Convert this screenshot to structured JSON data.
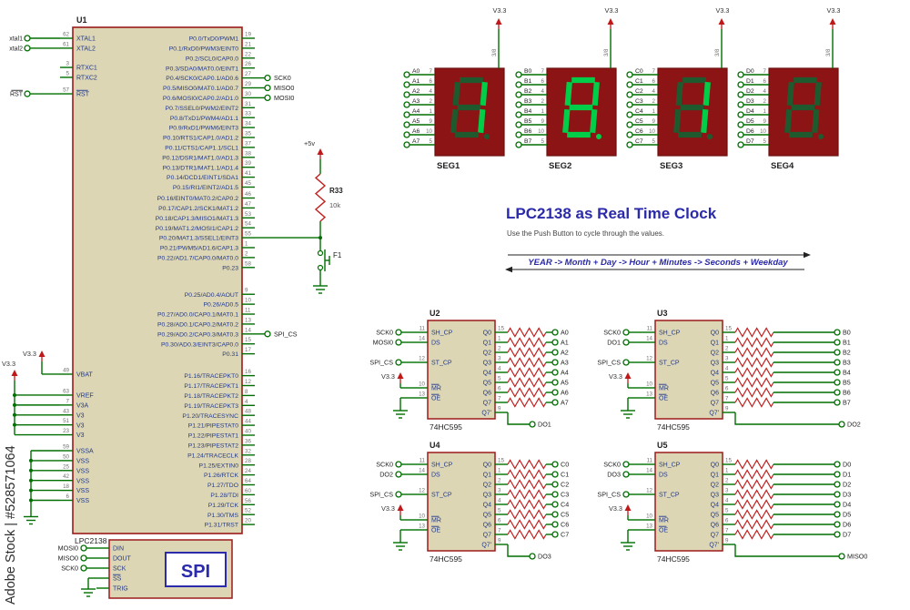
{
  "watermark": "Adobe Stock | #528571064",
  "title": "LPC2138 as Real Time Clock",
  "subtitle": "Use the Push Button to cycle through the values.",
  "flow": "YEAR -> Month + Day -> Hour + Minutes -> Seconds + Weekday",
  "colors": {
    "wire": "#006e00",
    "power": "#c01818",
    "body": "#ddd6b4",
    "border": "#9b1b1b",
    "pin_name": "#223a8c",
    "pin_num": "#707070",
    "title": "#2a2aaa",
    "seg_body": "#8c1414",
    "seg_on": "#00ce48",
    "seg_off": "#1e5a2e",
    "resistor": "#c22121",
    "text": "#222222"
  },
  "u1": {
    "ref": "U1",
    "part": "LPC2138",
    "left_pins": [
      {
        "num": "62",
        "name": "XTAL1",
        "term": "xtal1"
      },
      {
        "num": "61",
        "name": "XTAL2",
        "term": "xtal2"
      },
      {
        "num": "3",
        "name": "RTXC1"
      },
      {
        "num": "5",
        "name": "RTXC2"
      },
      {
        "num": "57",
        "name": "RST",
        "bar": true,
        "term": "RST"
      },
      {
        "num": "49",
        "name": "VBAT"
      },
      {
        "num": "63",
        "name": "VREF"
      },
      {
        "num": "7",
        "name": "V3A"
      },
      {
        "num": "43",
        "name": "V3"
      },
      {
        "num": "51",
        "name": "V3"
      },
      {
        "num": "23",
        "name": "V3"
      },
      {
        "num": "59",
        "name": "VSSA"
      },
      {
        "num": "50",
        "name": "VSS"
      },
      {
        "num": "25",
        "name": "VSS"
      },
      {
        "num": "42",
        "name": "VSS"
      },
      {
        "num": "18",
        "name": "VSS"
      },
      {
        "num": "6",
        "name": "VSS"
      }
    ],
    "right_groups": [
      {
        "pins": [
          {
            "name": "P0.0/TxD0/PWM1",
            "num": "19"
          },
          {
            "name": "P0.1/RxD0/PWM3/EINT0",
            "num": "21"
          },
          {
            "name": "P0.2/SCL0/CAP0.0",
            "num": "22"
          },
          {
            "name": "P0.3/SDA0/MAT0.0/EINT1",
            "num": "26"
          },
          {
            "name": "P0.4/SCK0/CAP0.1/AD0.6",
            "num": "27",
            "term": "SCK0"
          },
          {
            "name": "P0.5/MISO0/MAT0.1/AD0.7",
            "num": "29",
            "term": "MISO0"
          },
          {
            "name": "P0.6/MOSI0/CAP0.2/AD1.0",
            "num": "30",
            "term": "MOSI0"
          },
          {
            "name": "P0.7/SSEL0/PWM2/EINT2",
            "num": "31"
          },
          {
            "name": "P0.8/TxD1/PWM4/AD1.1",
            "num": "33"
          },
          {
            "name": "P0.9/RxD1/PWM6/EINT3",
            "num": "34"
          },
          {
            "name": "P0.10/RTS1/CAP1.0/AD1.2",
            "num": "35"
          },
          {
            "name": "P0.11/CTS1/CAP1.1/SCL1",
            "num": "37"
          },
          {
            "name": "P0.12/DSR1/MAT1.0/AD1.3",
            "num": "38"
          },
          {
            "name": "P0.13/DTR1/MAT1.1/AD1.4",
            "num": "39"
          },
          {
            "name": "P0.14/DCD1/EINT1/SDA1",
            "num": "41"
          },
          {
            "name": "P0.15/RI1/EINT2/AD1.5",
            "num": "45"
          }
        ]
      },
      {
        "pins": [
          {
            "name": "P0.16/EINT0/MAT0.2/CAP0.2",
            "num": "46"
          },
          {
            "name": "P0.17/CAP1.2/SCK1/MAT1.2",
            "num": "47"
          },
          {
            "name": "P0.18/CAP1.3/MISO1/MAT1.3",
            "num": "53"
          },
          {
            "name": "P0.19/MAT1.2/MOSI1/CAP1.2",
            "num": "54"
          },
          {
            "name": "P0.20/MAT1.3/SSEL1/EINT3",
            "num": "55",
            "wire": "button"
          },
          {
            "name": "P0.21/PWM5/AD1.6/CAP1.3",
            "num": "1"
          },
          {
            "name": "P0.22/AD1.7/CAP0.0/MAT0.0",
            "num": "2"
          },
          {
            "name": "P0.23",
            "num": "58"
          }
        ]
      },
      {
        "pins": [
          {
            "name": "P0.25/AD0.4/AOUT",
            "num": "9"
          },
          {
            "name": "P0.26/AD0.5",
            "num": "10"
          },
          {
            "name": "P0.27/AD0.0/CAP0.1/MAT0.1",
            "num": "11"
          },
          {
            "name": "P0.28/AD0.1/CAP0.2/MAT0.2",
            "num": "13"
          },
          {
            "name": "P0.29/AD0.2/CAP0.3/MAT0.3",
            "num": "14",
            "term": "SPI_CS"
          },
          {
            "name": "P0.30/AD0.3/EINT3/CAP0.0",
            "num": "15"
          },
          {
            "name": "P0.31",
            "num": "17"
          }
        ]
      },
      {
        "pins": [
          {
            "name": "P1.16/TRACEPKT0",
            "num": "16"
          },
          {
            "name": "P1.17/TRACEPKT1",
            "num": "12"
          },
          {
            "name": "P1.18/TRACEPKT2",
            "num": "8"
          },
          {
            "name": "P1.19/TRACEPKT3",
            "num": "4"
          },
          {
            "name": "P1.20/TRACESYNC",
            "num": "48"
          },
          {
            "name": "P1.21/PIPESTAT0",
            "num": "44"
          },
          {
            "name": "P1.22/PIPESTAT1",
            "num": "40"
          },
          {
            "name": "P1.23/PIPESTAT2",
            "num": "36"
          },
          {
            "name": "P1.24/TRACECLK",
            "num": "32"
          },
          {
            "name": "P1.25/EXTIN0",
            "num": "28"
          },
          {
            "name": "P1.26/RTCK",
            "num": "24"
          },
          {
            "name": "P1.27/TDO",
            "num": "64"
          },
          {
            "name": "P1.28/TDI",
            "num": "60"
          },
          {
            "name": "P1.29/TCK",
            "num": "56"
          },
          {
            "name": "P1.30/TMS",
            "num": "52"
          },
          {
            "name": "P1.31/TRST",
            "num": "20"
          }
        ]
      }
    ]
  },
  "pullup": {
    "ref": "R33",
    "value": "10k",
    "power": "+5v"
  },
  "button": {
    "ref": "F1"
  },
  "displays": {
    "power": "V3.3",
    "common": "3/8",
    "pin_numbers": [
      "7",
      "6",
      "4",
      "2",
      "1",
      "9",
      "10",
      "5"
    ],
    "items": [
      {
        "name": "SEG1",
        "inputs": [
          "A0",
          "A1",
          "A2",
          "A3",
          "A4",
          "A5",
          "A6",
          "A7"
        ],
        "digit": "1",
        "lit": [
          "b",
          "c"
        ]
      },
      {
        "name": "SEG2",
        "inputs": [
          "B0",
          "B1",
          "B2",
          "B3",
          "B4",
          "B5",
          "B6",
          "B7"
        ],
        "digit": "8",
        "lit": [
          "a",
          "b",
          "c",
          "d",
          "e",
          "f",
          "g"
        ]
      },
      {
        "name": "SEG3",
        "inputs": [
          "C0",
          "C1",
          "C2",
          "C3",
          "C4",
          "C5",
          "C6",
          "C7"
        ],
        "digit": "1",
        "lit": [
          "b",
          "c"
        ]
      },
      {
        "name": "SEG4",
        "inputs": [
          "D0",
          "D1",
          "D2",
          "D3",
          "D4",
          "D5",
          "D6",
          "D7"
        ],
        "digit": "",
        "lit": []
      }
    ]
  },
  "hc595": {
    "part": "74HC595",
    "power": "V3.3",
    "left_pins": [
      {
        "name": "SH_CP",
        "num": "11"
      },
      {
        "name": "DS",
        "num": "14"
      },
      {
        "name": "ST_CP",
        "num": "12"
      },
      {
        "name": "MR",
        "num": "10",
        "bar": true
      },
      {
        "name": "OE",
        "num": "13",
        "bar": true
      }
    ],
    "right_pins": [
      {
        "name": "Q0",
        "num": "15"
      },
      {
        "name": "Q1",
        "num": "1"
      },
      {
        "name": "Q2",
        "num": "2"
      },
      {
        "name": "Q3",
        "num": "3"
      },
      {
        "name": "Q4",
        "num": "4"
      },
      {
        "name": "Q5",
        "num": "5"
      },
      {
        "name": "Q6",
        "num": "6"
      },
      {
        "name": "Q7",
        "num": "7"
      },
      {
        "name": "Q7'",
        "num": "9"
      }
    ],
    "items": [
      {
        "ref": "U2",
        "inputs": [
          "SCK0",
          "MOSI0",
          "SPI_CS"
        ],
        "outputs": [
          "A0",
          "A1",
          "A2",
          "A3",
          "A4",
          "A5",
          "A6",
          "A7"
        ],
        "serial_out": "DO1"
      },
      {
        "ref": "U3",
        "inputs": [
          "SCK0",
          "DO1",
          "SPI_CS"
        ],
        "outputs": [
          "B0",
          "B1",
          "B2",
          "B3",
          "B4",
          "B5",
          "B6",
          "B7"
        ],
        "serial_out": "DO2"
      },
      {
        "ref": "U4",
        "inputs": [
          "SCK0",
          "DO2",
          "SPI_CS"
        ],
        "outputs": [
          "C0",
          "C1",
          "C2",
          "C3",
          "C4",
          "C5",
          "C6",
          "C7"
        ],
        "serial_out": "DO3"
      },
      {
        "ref": "U5",
        "inputs": [
          "SCK0",
          "DO3",
          "SPI_CS"
        ],
        "outputs": [
          "D0",
          "D1",
          "D2",
          "D3",
          "D4",
          "D5",
          "D6",
          "D7"
        ],
        "serial_out": "MISO0"
      }
    ]
  },
  "spi": {
    "label": "SPI",
    "pins": [
      {
        "name": "DIN",
        "term": "MOSI0"
      },
      {
        "name": "DOUT",
        "term": "MISO0"
      },
      {
        "name": "SCK",
        "term": "SCK0"
      },
      {
        "name": "SS",
        "bar": true,
        "gnd": true
      },
      {
        "name": "TRIG"
      }
    ]
  }
}
